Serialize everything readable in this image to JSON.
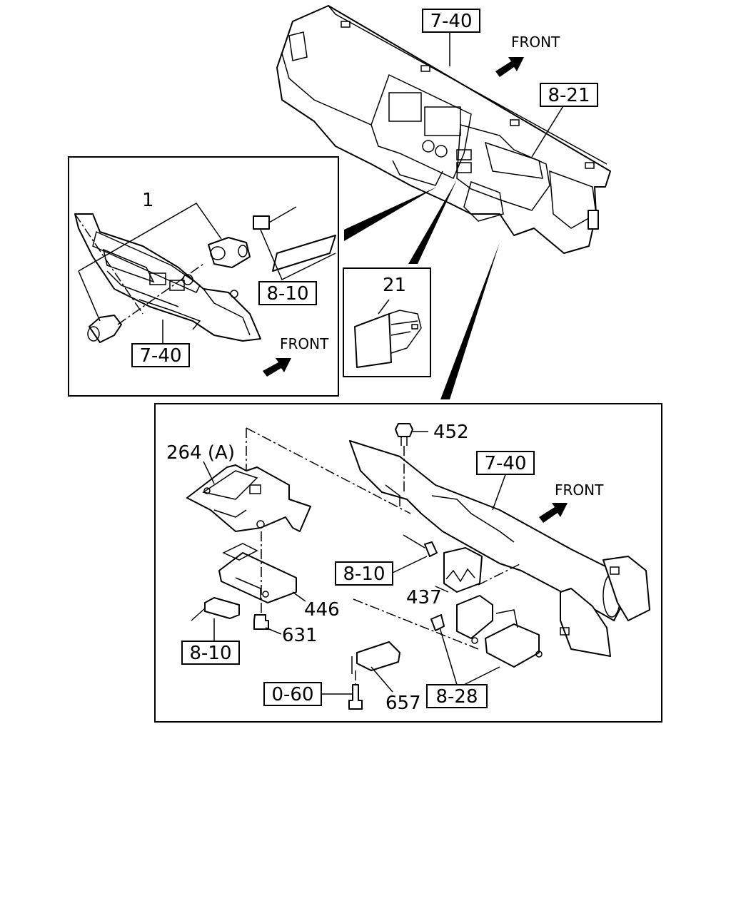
{
  "top_view": {
    "refs": [
      "7-40",
      "8-21"
    ],
    "front_label": "FRONT"
  },
  "inset_left": {
    "part_number": "1",
    "refs": [
      "8-10",
      "7-40"
    ],
    "front_label": "FRONT"
  },
  "inset_middle": {
    "part_number": "21"
  },
  "inset_bottom": {
    "refs": [
      "7-40",
      "8-10",
      "8-10",
      "0-60",
      "8-28"
    ],
    "parts": [
      "452",
      "264 (A)",
      "446",
      "631",
      "437",
      "657"
    ],
    "front_label": "FRONT"
  }
}
